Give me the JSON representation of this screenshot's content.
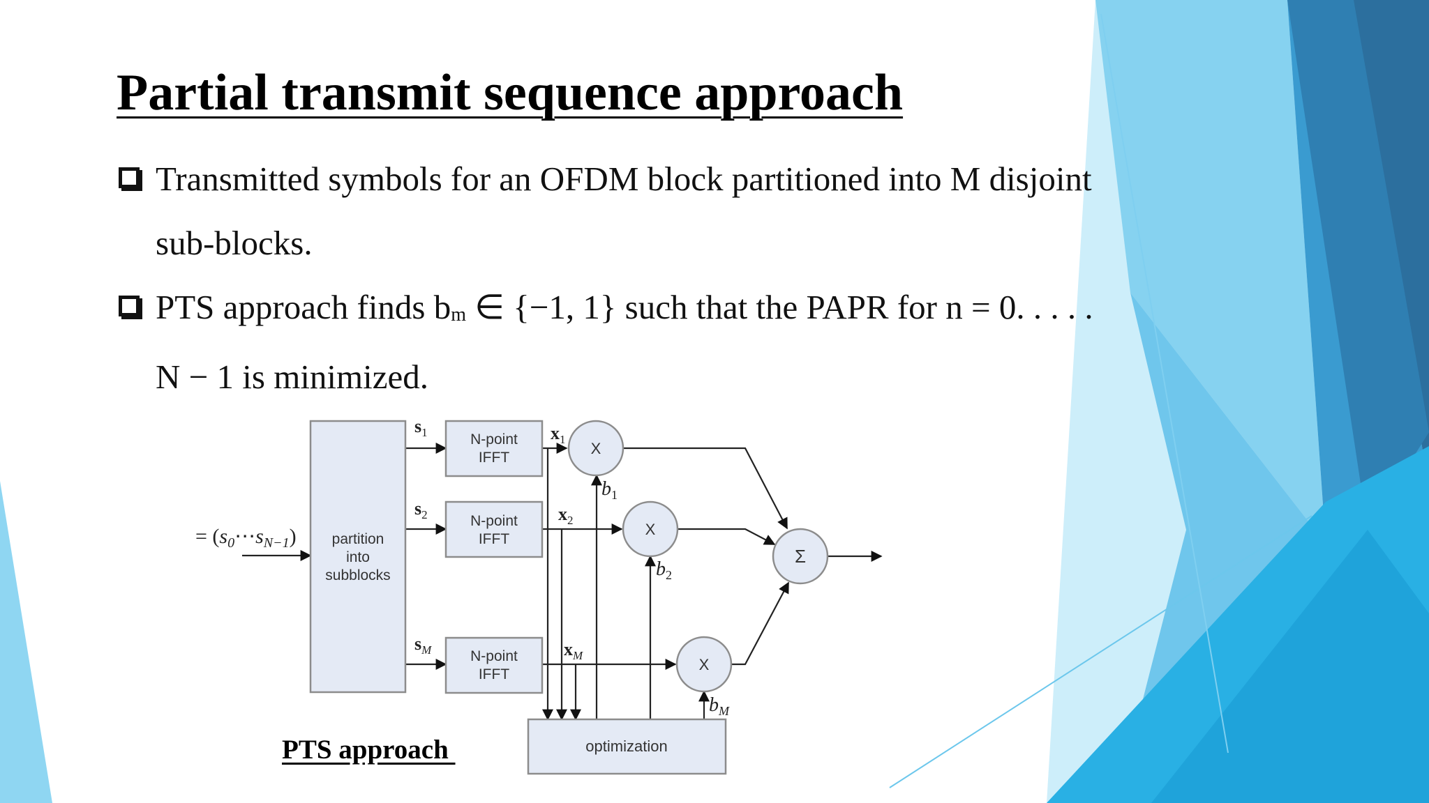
{
  "slide": {
    "title": "Partial transmit sequence approach",
    "bullets": [
      {
        "text": "Transmitted symbols for an OFDM block partitioned into M disjoint sub-blocks."
      },
      {
        "pre": "PTS approach finds b",
        "sub": "m",
        "post": " ∈ {−1, 1} such that the PAPR for n = 0. . . . . N − 1 is minimized."
      }
    ],
    "caption": "PTS approach "
  },
  "diagram": {
    "input_label": "= (s₀ ⋯ sₙ₋₁)",
    "input_prefix": "=",
    "input_s": "s",
    "input_sub0": "0",
    "input_dots": "⋯",
    "input_subN": "N−1",
    "partition_lines": [
      "partition",
      "into",
      "subblocks"
    ],
    "ifft_lines": [
      "N-point",
      "IFFT"
    ],
    "multiplier_symbol": "X",
    "sum_symbol": "Σ",
    "optimization_label": "optimization",
    "branches": [
      {
        "s_sub": "1",
        "x_sub": "1",
        "b_sub": "1"
      },
      {
        "s_sub": "2",
        "x_sub": "2",
        "b_sub": "2"
      },
      {
        "s_sub": "M",
        "x_sub": "M",
        "b_sub": "M"
      }
    ],
    "s_letter": "s",
    "x_letter": "x",
    "b_letter": "b"
  },
  "colors": {
    "box_fill": "#e4eaf5",
    "box_stroke": "#8c8c8c",
    "accent_light": "#7ecfee",
    "accent_mid": "#2fb3e6",
    "accent_dark": "#2a6f9f"
  }
}
